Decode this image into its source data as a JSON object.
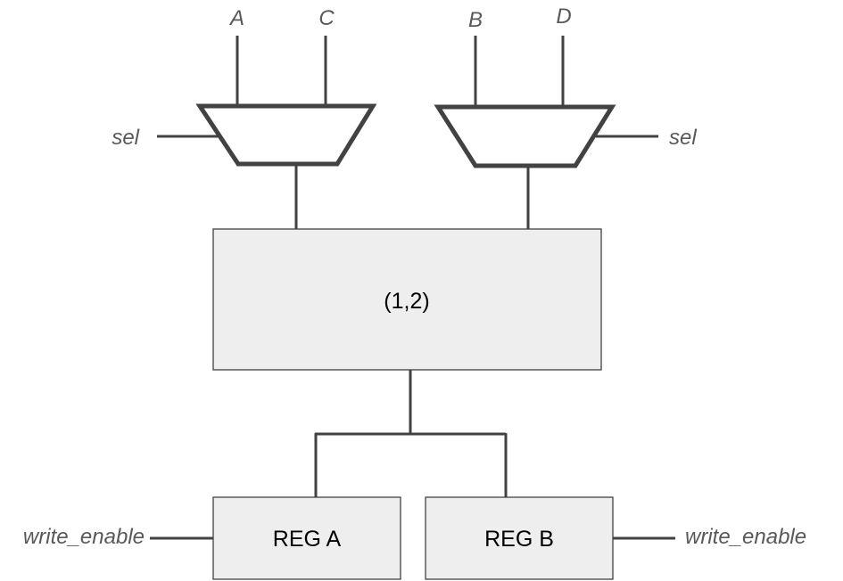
{
  "inputs": {
    "left_mux": [
      "A",
      "C"
    ],
    "right_mux": [
      "B",
      "D"
    ]
  },
  "select": {
    "left": "sel",
    "right": "sel"
  },
  "center_block": {
    "label": "(1,2)"
  },
  "registers": [
    {
      "label": "REG A",
      "enable": "write_enable"
    },
    {
      "label": "REG B",
      "enable": "write_enable"
    }
  ],
  "colors": {
    "line": "#424242",
    "block_fill": "#eeeeee",
    "signal_text": "#595959",
    "block_text": "#000000"
  }
}
